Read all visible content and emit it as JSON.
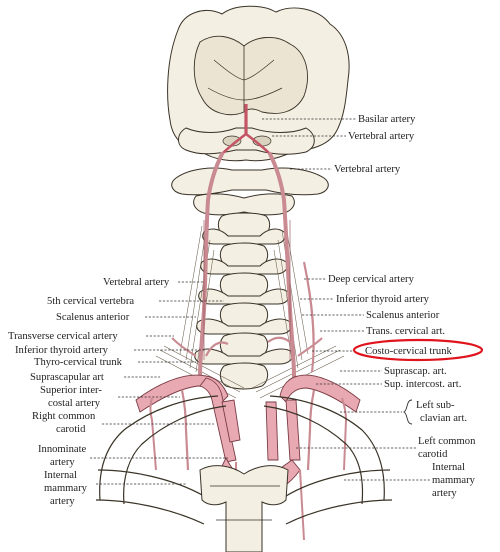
{
  "labels": {
    "basilar_artery": "Basilar artery",
    "vertebral_artery_1": "Vertebral artery",
    "vertebral_artery_2": "Vertebral artery",
    "vertebral_artery_left": "Vertebral artery",
    "fifth_cervical_vertebra": "5th cervical vertebra",
    "scalenus_anterior_left": "Scalenus anterior",
    "transverse_cervical_artery": "Transverse cervical artery",
    "inferior_thyroid_artery_left": "Inferior thyroid artery",
    "thyro_cervical_trunk": "Thyro-cervical trunk",
    "suprascapular_art": "Suprascapular art",
    "superior_intercostal_artery_line1": "Superior inter-",
    "superior_intercostal_artery_line2": "costal artery",
    "right_common_carotid_line1": "Right common",
    "right_common_carotid_line2": "carotid",
    "innominate_artery_line1": "Innominate",
    "innominate_artery_line2": "artery",
    "internal_mammary_left_line1": "Internal",
    "internal_mammary_left_line2": "mammary",
    "internal_mammary_left_line3": "artery",
    "deep_cervical_artery": "Deep cervical artery",
    "inferior_thyroid_artery_right": "Inferior thyroid artery",
    "scalenus_anterior_right": "Scalenus anterior",
    "trans_cervical_art": "Trans. cervical art.",
    "costo_cervical_trunk": "Costo-cervical trunk",
    "suprascap_art": "Suprascap. art.",
    "sup_intercost_art": "Sup. intercost. art.",
    "left_subclavian_line1": "Left sub-",
    "left_subclavian_line2": "clavian art.",
    "left_common_carotid_line1": "Left common",
    "left_common_carotid_line2": "carotid",
    "internal_mammary_right_line1": "Internal",
    "internal_mammary_right_line2": "mammary",
    "internal_mammary_right_line3": "artery"
  },
  "colors": {
    "artery": "#e8a9b3",
    "highlight": "#e0141c",
    "bone": "#f4efe3",
    "ink": "#222222"
  }
}
